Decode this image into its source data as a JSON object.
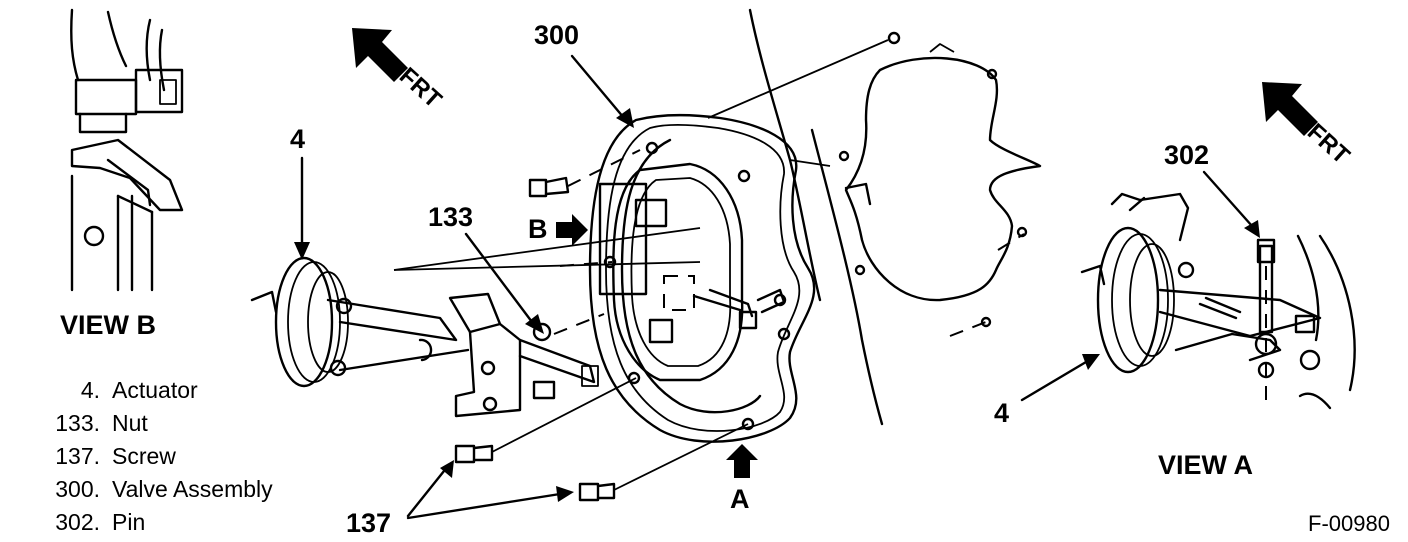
{
  "callouts": {
    "view_b_actuator": "4",
    "view_a_actuator": "4",
    "nut": "133",
    "valve_assembly": "300",
    "pin": "302",
    "screws": "137",
    "view_a_marker": "A",
    "view_b_marker": "B"
  },
  "directions": {
    "front_main": "FRT",
    "front_view_a": "FRT"
  },
  "view_titles": {
    "view_b": "VIEW B",
    "view_a": "VIEW A"
  },
  "legend": [
    {
      "number": "4.",
      "name": "Actuator"
    },
    {
      "number": "133.",
      "name": "Nut"
    },
    {
      "number": "137.",
      "name": "Screw"
    },
    {
      "number": "300.",
      "name": "Valve Assembly"
    },
    {
      "number": "302.",
      "name": "Pin"
    }
  ],
  "figure_code": "F-00980"
}
